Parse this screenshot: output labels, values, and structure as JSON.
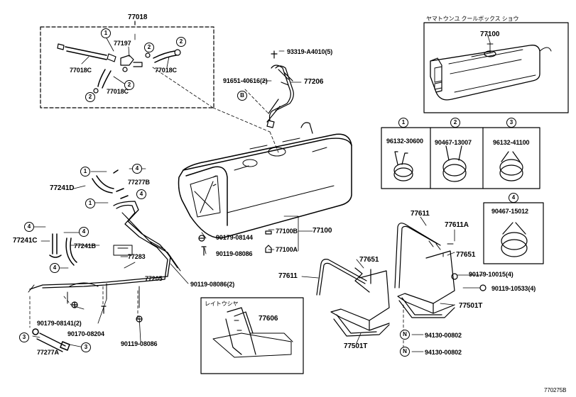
{
  "labels": {
    "p77018": "77018",
    "p77197": "77197",
    "p77018c_a": "77018C",
    "p77018c_b": "77018C",
    "p77018c_c": "77018C",
    "p93319": "93319-A4010(5)",
    "p91651": "91651-40616(2)",
    "p77206": "77206",
    "cool_box_note": "ヤマトウンユ クールボックス ショウ",
    "p77100_top": "77100",
    "p96132_30600": "96132-30600",
    "p90467_13007": "90467-13007",
    "p96132_41100": "96132-41100",
    "p90467_15012": "90467-15012",
    "p77241d": "77241D",
    "p77277b": "77277B",
    "p90179_08144": "90179-08144",
    "p90119_08086_a": "90119-08086",
    "p77100b": "77100B",
    "p77100": "77100",
    "p77100a": "77100A",
    "p77241c": "77241C",
    "p77241b": "77241B",
    "p77283": "77283",
    "p77205": "77205",
    "p90119_08086_2": "90119-08086(2)",
    "p90179_08141": "90179-08141(2)",
    "p90170_08204": "90170-08204",
    "p90119_08086_b": "90119-08086",
    "p77277a": "77277A",
    "reitoushiya": "レイトウシヤ",
    "p77606": "77606",
    "p77611_left": "77611",
    "p77651_left": "77651",
    "p77501t_left": "77501T",
    "p77611_right": "77611",
    "p77611a": "77611A",
    "p77651_right": "77651",
    "p90179_10015": "90179-10015(4)",
    "p90119_10533": "90119-10533(4)",
    "p77501t_right": "77501T",
    "p94130_a": "94130-00802",
    "p94130_b": "94130-00802",
    "diagram_code": "770275B"
  },
  "callouts": {
    "c1": "1",
    "c2": "2",
    "c3": "3",
    "c4": "4",
    "cB": "B",
    "cN": "N"
  }
}
